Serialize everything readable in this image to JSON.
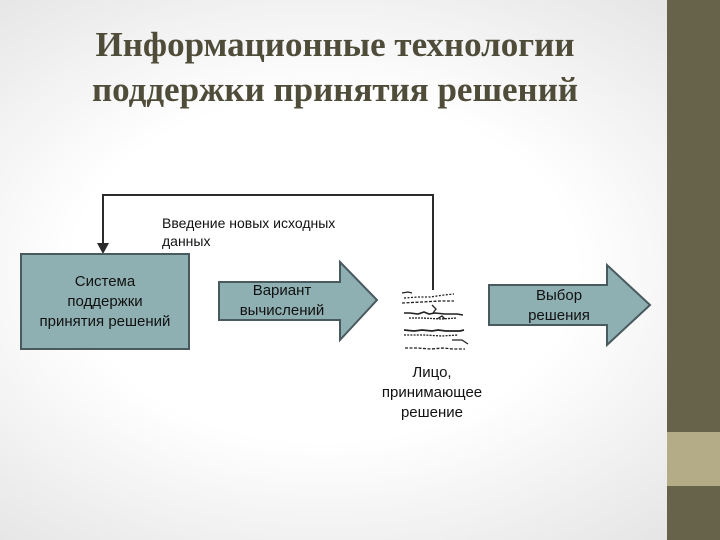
{
  "title": {
    "line1": "Информационные технологии",
    "line2": "поддержки принятия решений"
  },
  "nodes": {
    "dss": {
      "line1": "Система",
      "line2": "поддержки",
      "line3": "принятия решений"
    },
    "variant": {
      "line1": "Вариант",
      "line2": "вычислений"
    },
    "decision": {
      "line1": "Выбор",
      "line2": "решения"
    },
    "person": {
      "line1": "Лицо,",
      "line2": "принимающее",
      "line3": "решение"
    }
  },
  "feedback": {
    "line1": "Введение новых исходных",
    "line2": "данных"
  },
  "colors": {
    "box_fill": "#8fb0b2",
    "box_border": "#495a5e",
    "title": "#4f4c3a",
    "sidebar": "#66634a",
    "sidebar_accent": "#b3ac86"
  },
  "icons": {
    "person": "decision-maker-figure-icon"
  }
}
